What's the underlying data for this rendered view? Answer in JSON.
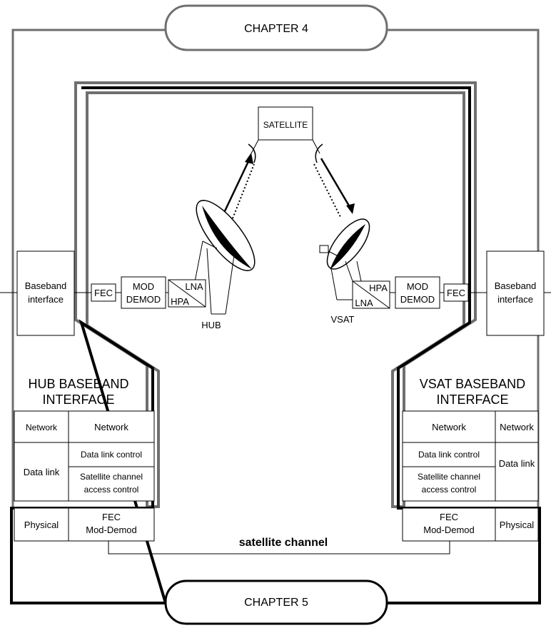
{
  "chapters": {
    "top": "CHAPTER 4",
    "bottom": "CHAPTER 5"
  },
  "satellite": "SATELLITE",
  "stations": {
    "hub": "HUB",
    "vsat": "VSAT"
  },
  "baseband_interface": [
    "Baseband",
    "interface"
  ],
  "equipment": {
    "fec": "FEC",
    "mod": "MOD",
    "demod": "DEMOD",
    "lna": "LNA",
    "hpa": "HPA"
  },
  "hub_title": [
    "HUB BASEBAND",
    "INTERFACE"
  ],
  "vsat_title": [
    "VSAT BASEBAND",
    "INTERFACE"
  ],
  "layers": {
    "network": "Network",
    "data_link": "Data link",
    "data_link_control": "Data link control",
    "sat_access": [
      "Satellite channel",
      "access control"
    ],
    "physical": "Physical",
    "fec_mod": [
      "FEC",
      "Mod-Demod"
    ]
  },
  "channel_label": "satellite channel",
  "colors": {
    "grey": "#6f6f6f",
    "black": "#000000",
    "dish": "#000000"
  }
}
